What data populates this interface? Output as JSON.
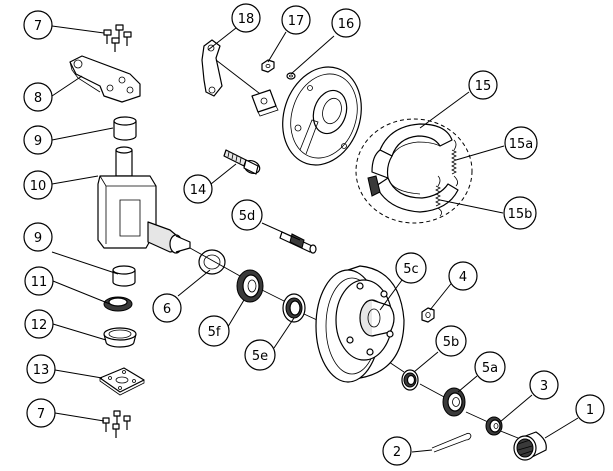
{
  "callouts": {
    "c1": "1",
    "c2": "2",
    "c3": "3",
    "c4": "4",
    "c5a": "5a",
    "c5b": "5b",
    "c5c": "5c",
    "c5d": "5d",
    "c5e": "5e",
    "c5f": "5f",
    "c6": "6",
    "c7_top": "7",
    "c7_bottom": "7",
    "c8": "8",
    "c9_top": "9",
    "c9_bottom": "9",
    "c10": "10",
    "c11": "11",
    "c12": "12",
    "c13": "13",
    "c14": "14",
    "c15": "15",
    "c15a": "15a",
    "c15b": "15b",
    "c16": "16",
    "c17": "17",
    "c18": "18"
  }
}
